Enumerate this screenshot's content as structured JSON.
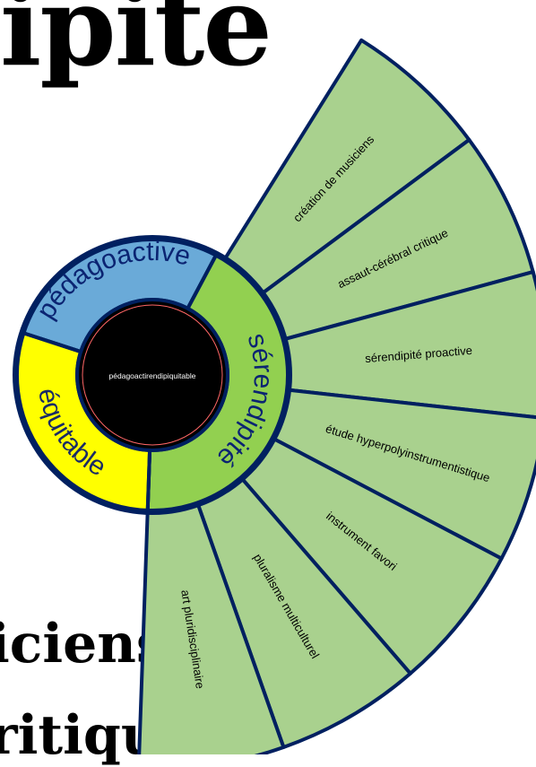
{
  "title": "ipité",
  "background_lines": [
    "iciens",
    "ritique"
  ],
  "center_label": "pédagoactirendipiquitable",
  "ring": [
    {
      "label": "pédagoactive",
      "color": "#6aaad8"
    },
    {
      "label": "sérendipité",
      "color": "#92d050"
    },
    {
      "label": "équitable",
      "color": "#ffff00"
    }
  ],
  "fan": [
    "création de musiciens",
    "assaut-cérébral critique",
    "sérendipité proactive",
    "étude hyperpolyinstrumentistique",
    "instrument favori",
    "pluralisme multiculturel",
    "art pluridisciplinaire"
  ],
  "colors": {
    "fan_fill": "#a9d18e",
    "outline": "#002060",
    "center": "#000000",
    "center_ring": "#ff6666"
  }
}
